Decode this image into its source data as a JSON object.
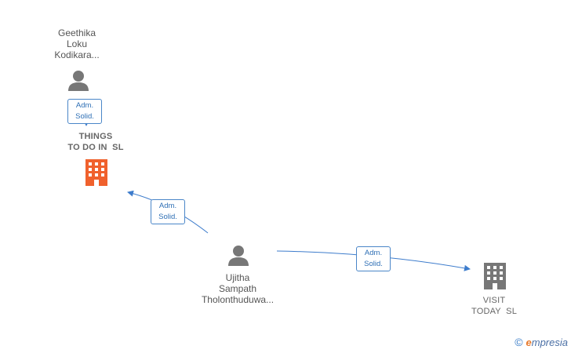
{
  "persons": [
    {
      "id": "geethika",
      "lines": [
        "Geethika",
        "Loku",
        "Kodikara..."
      ]
    },
    {
      "id": "ujitha",
      "lines": [
        "Ujitha",
        "Sampath",
        "Tholonthuduwa..."
      ]
    }
  ],
  "companies": [
    {
      "id": "things",
      "lines": [
        "THINGS",
        "TO DO IN  SL"
      ],
      "color": "#f0612d"
    },
    {
      "id": "visit",
      "lines": [
        "VISIT",
        "TODAY  SL"
      ],
      "color": "#777777"
    }
  ],
  "relations": [
    {
      "from": "geethika",
      "to": "things",
      "lines": [
        "Adm.",
        "Solid."
      ]
    },
    {
      "from": "ujitha",
      "to": "things",
      "lines": [
        "Adm.",
        "Solid."
      ]
    },
    {
      "from": "ujitha",
      "to": "visit",
      "lines": [
        "Adm.",
        "Solid."
      ]
    }
  ],
  "colors": {
    "edge": "#3d7ccc",
    "person_icon": "#777777"
  },
  "brand": {
    "copyright": "©",
    "initial": "e",
    "rest": "mpresia"
  }
}
